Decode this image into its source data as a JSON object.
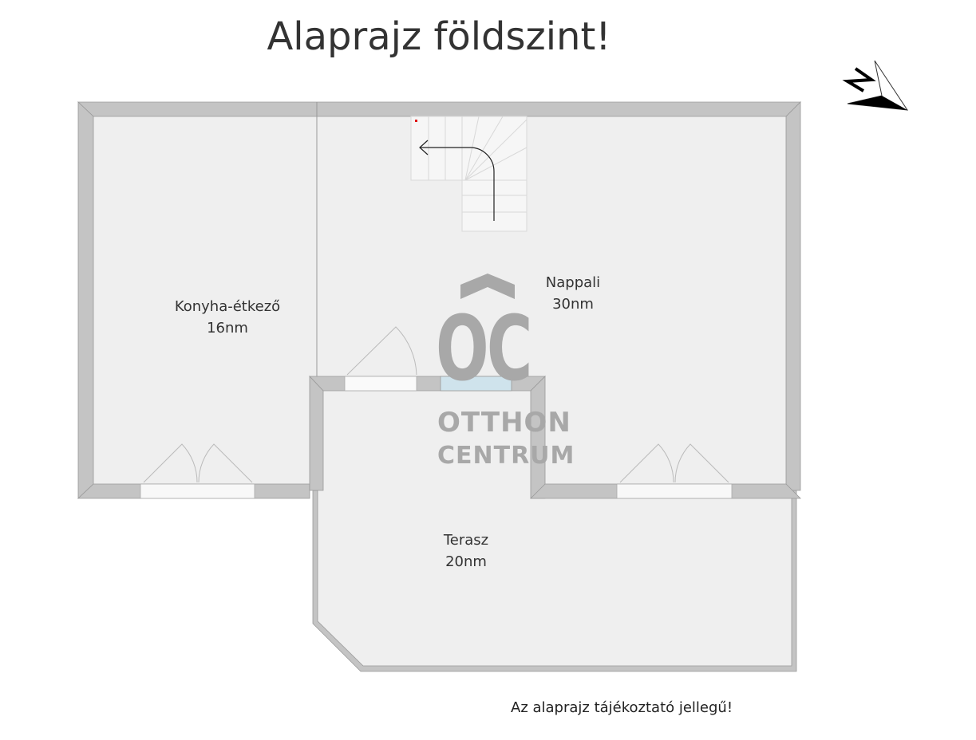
{
  "title": "Alaprajz földszint!",
  "rooms": [
    {
      "name": "Konyha-étkező",
      "area": "16nm"
    },
    {
      "name": "Nappali",
      "area": "30nm"
    },
    {
      "name": "Terasz",
      "area": "20nm"
    }
  ],
  "watermark": {
    "monogram": "OC",
    "line1": "OTTHON",
    "line2": "CENTRUM"
  },
  "note": "Az alaprajz tájékoztató jellegű!",
  "icons": {
    "compass": "north-arrow-icon",
    "stairs": "spiral-stairs"
  },
  "colors": {
    "wall": "#c4c4c4",
    "floor": "#efefef",
    "window": "#cfe3ec",
    "marker": "#e00000"
  }
}
